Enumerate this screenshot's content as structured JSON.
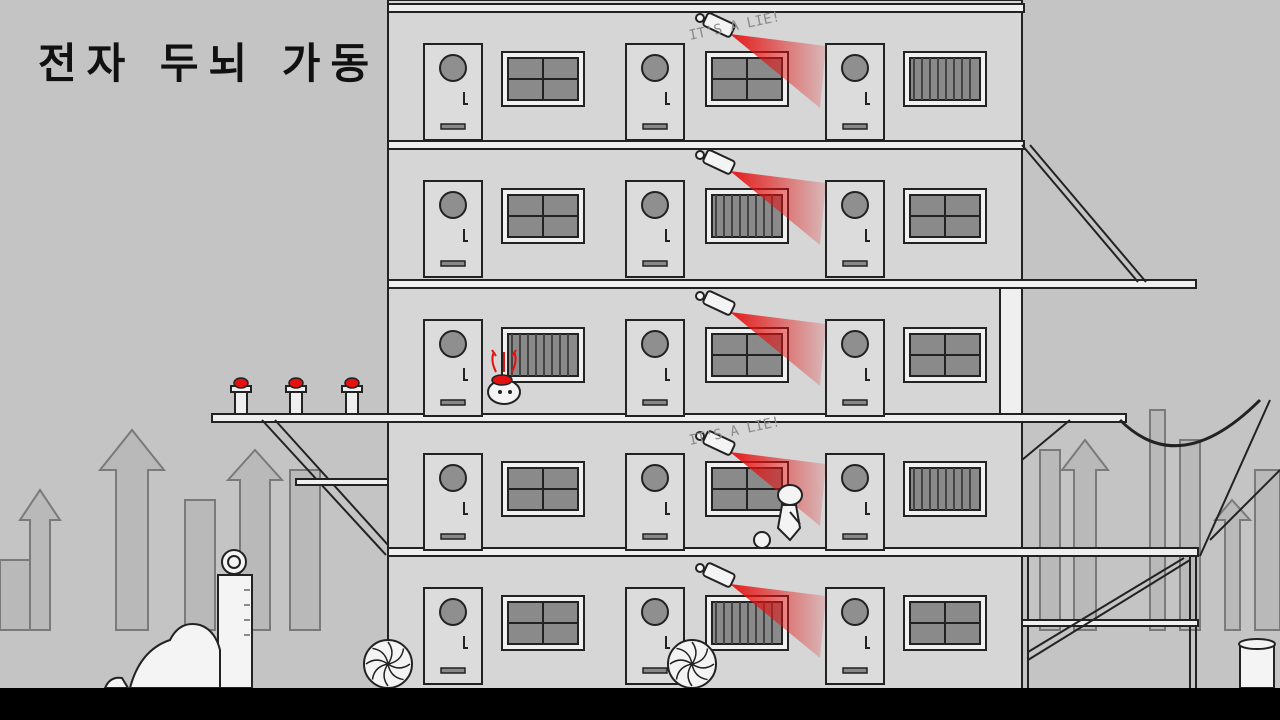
{
  "hud": {
    "title": "전자 두뇌 가동"
  },
  "scene": {
    "floors": 5,
    "camera_beam_color": "#e51010",
    "graffiti_text": "IT'S A LIE!",
    "icons": [
      "security-camera-icon",
      "alarm-button-icon",
      "spiral-fan-icon",
      "brain-tower-icon",
      "player-character-icon",
      "guard-character-icon"
    ]
  }
}
